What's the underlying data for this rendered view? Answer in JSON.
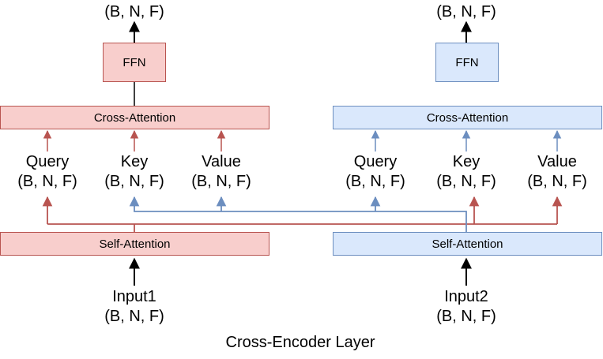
{
  "left": {
    "output": "(B, N, F)",
    "ffn": "FFN",
    "cross_attention": "Cross-Attention",
    "query": {
      "name": "Query",
      "shape": "(B, N, F)"
    },
    "key": {
      "name": "Key",
      "shape": "(B, N, F)"
    },
    "value": {
      "name": "Value",
      "shape": "(B, N, F)"
    },
    "self_attention": "Self-Attention",
    "input": {
      "name": "Input1",
      "shape": "(B, N, F)"
    }
  },
  "right": {
    "output": "(B, N, F)",
    "ffn": "FFN",
    "cross_attention": "Cross-Attention",
    "query": {
      "name": "Query",
      "shape": "(B, N, F)"
    },
    "key": {
      "name": "Key",
      "shape": "(B, N, F)"
    },
    "value": {
      "name": "Value",
      "shape": "(B, N, F)"
    },
    "self_attention": "Self-Attention",
    "input": {
      "name": "Input2",
      "shape": "(B, N, F)"
    }
  },
  "caption": "Cross-Encoder Layer",
  "colors": {
    "left_fill": "#f8cecc",
    "left_stroke": "#b85450",
    "right_fill": "#dae8fc",
    "right_stroke": "#6c8ebf",
    "arrow_black": "#000000"
  }
}
